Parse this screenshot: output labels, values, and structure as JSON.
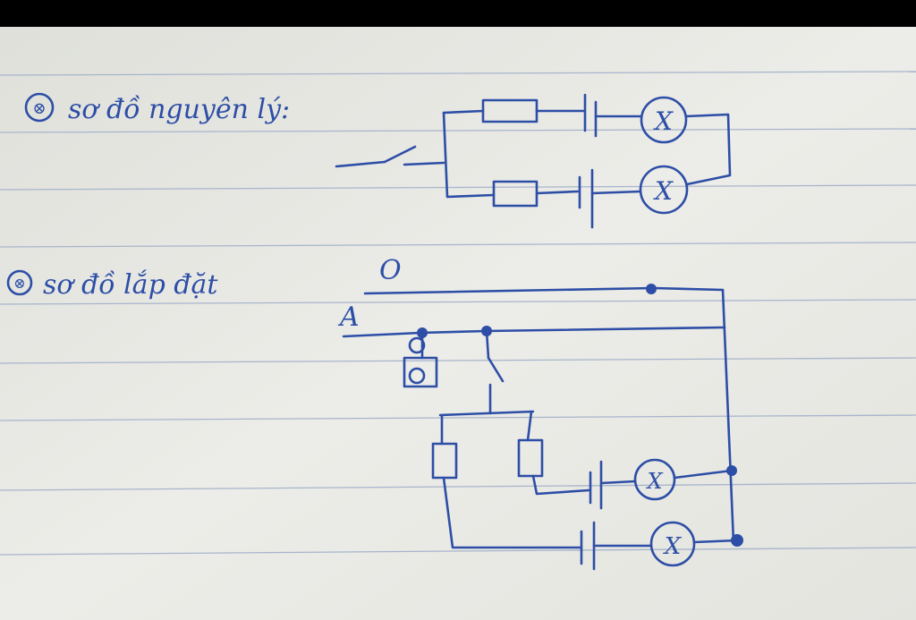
{
  "sections": [
    {
      "marker": "⊗",
      "heading": "sơ đồ nguyên lý:"
    },
    {
      "marker": "⊗",
      "heading": "sơ đồ lắp đặt"
    }
  ],
  "wiring": {
    "neutral_label": "O",
    "phase_label": "A",
    "lamp_symbol": "X"
  },
  "colors": {
    "ink": "#2d4ea6",
    "paper": "#ebebe6",
    "rule": "#9fb0c8"
  }
}
